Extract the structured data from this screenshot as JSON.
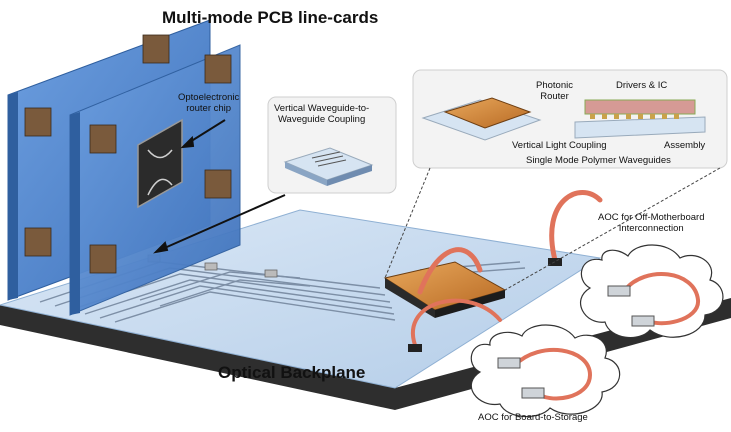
{
  "diagram": {
    "title": "Multi-mode PCB line-cards",
    "backplane_label": "Optical Backplane",
    "router_chip_label": "Optoelectronic\nrouter chip",
    "coupling_inset_label": "Vertical Waveguide-to-\nWaveguide Coupling",
    "photonic_router_label": "Photonic\nRouter",
    "drivers_label": "Drivers & IC",
    "vertical_light_label": "Vertical Light Coupling",
    "assembly_label": "Assembly",
    "waveguides_label": "Single Mode Polymer Waveguides",
    "aoc_off_label": "AOC for Off-Motherboard\nInterconnection",
    "aoc_storage_label": "AOC for Board-to-Storage"
  },
  "colors": {
    "pcb": "#5b8fd4",
    "pcb_edge": "#3a6db3",
    "backplane": "#c7dcf0",
    "backplane_side": "#2d2d2d",
    "chip_gold": "#d98b3a",
    "cable": "#e0735b",
    "cloud_stroke": "#333333"
  }
}
